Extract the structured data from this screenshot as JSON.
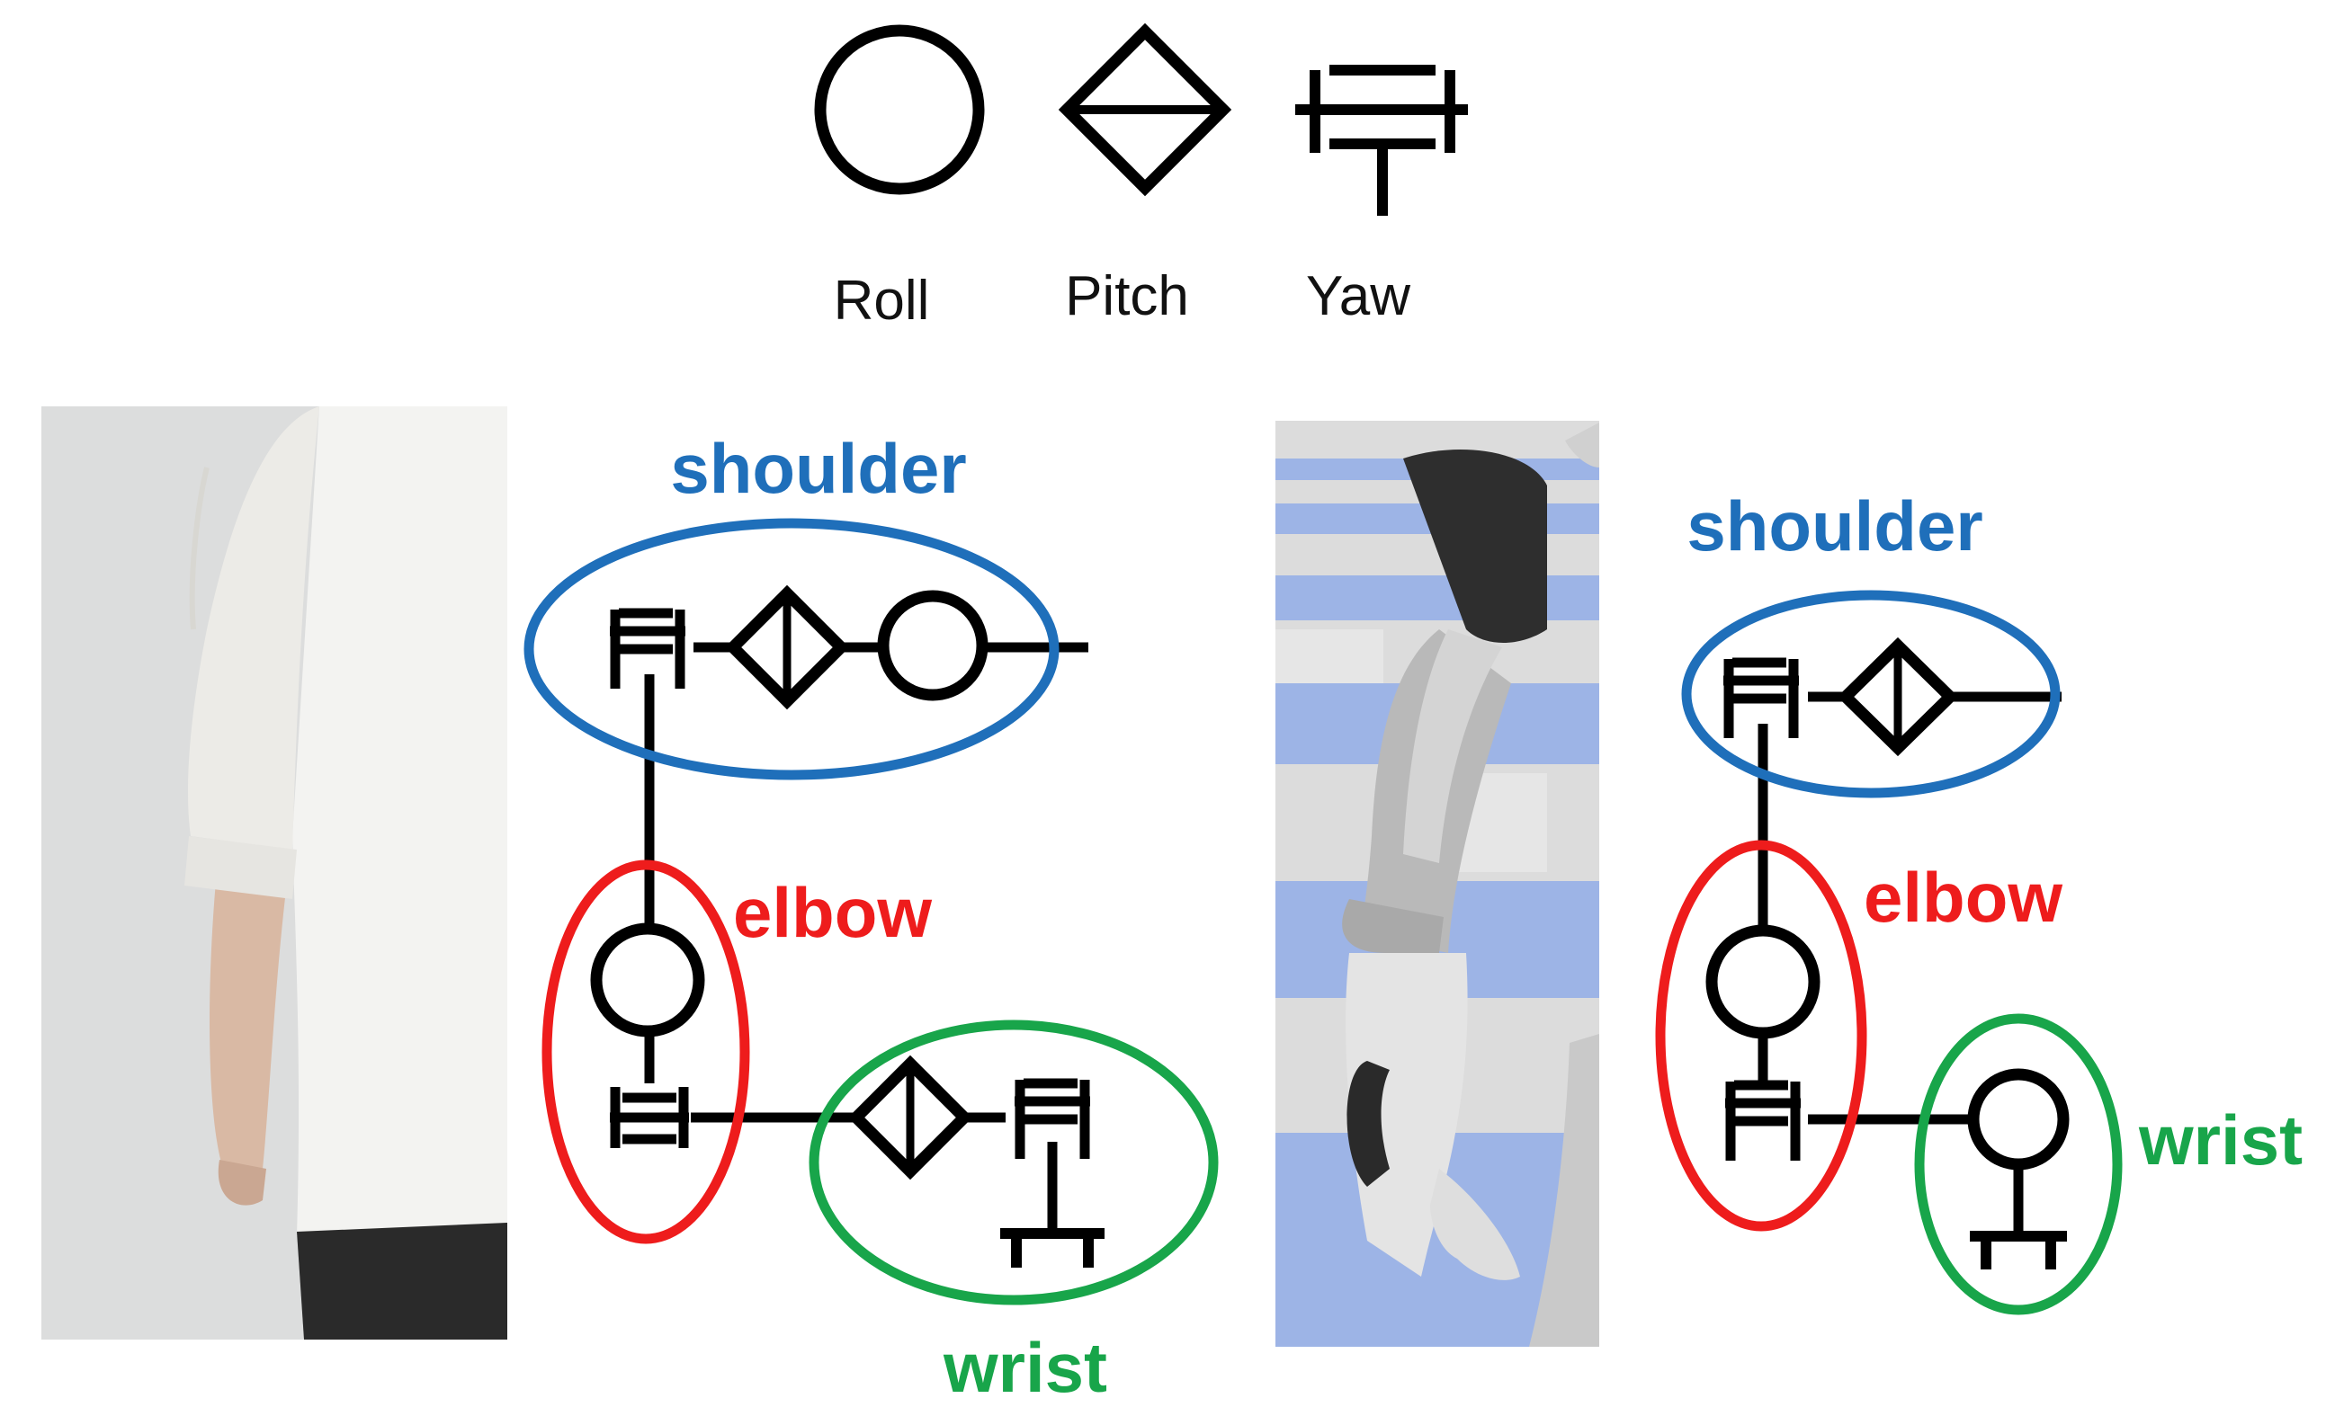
{
  "legend": {
    "roll": "Roll",
    "pitch": "Pitch",
    "yaw": "Yaw"
  },
  "human_arm": {
    "shoulder": "shoulder",
    "elbow": "elbow",
    "wrist": "wrist"
  },
  "robot_arm": {
    "shoulder": "shoulder",
    "elbow": "elbow",
    "wrist": "wrist"
  },
  "colors": {
    "shoulder": "#1f6fba",
    "elbow": "#ee1c1c",
    "wrist": "#18a54a",
    "link": "#000000"
  },
  "icons": {
    "roll": "circle-icon",
    "pitch": "diamond-icon",
    "yaw": "yaw-joint-icon"
  }
}
